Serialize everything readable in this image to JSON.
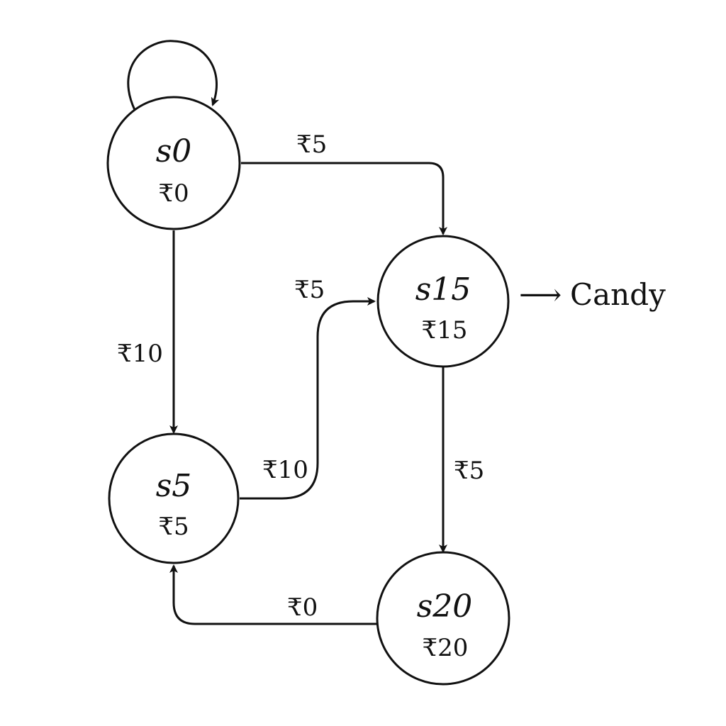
{
  "nodes": {
    "s0": {
      "name": "s0",
      "amount": "₹0"
    },
    "s5": {
      "name": "s5",
      "amount": "₹5"
    },
    "s15": {
      "name": "s15",
      "amount": "₹15"
    },
    "s20": {
      "name": "s20",
      "amount": "₹20"
    }
  },
  "edges": {
    "s0_s15": {
      "label": "₹5"
    },
    "s0_s5": {
      "label": "₹10"
    },
    "s5_s15_a": {
      "label": "₹5"
    },
    "s5_s15_b": {
      "label": "₹10"
    },
    "s15_s20": {
      "label": "₹5"
    },
    "s20_s5": {
      "label": "₹0"
    }
  },
  "output": {
    "arrow": "⟶",
    "label": "Candy"
  },
  "colors": {
    "stroke": "#111111",
    "background": "#ffffff"
  }
}
